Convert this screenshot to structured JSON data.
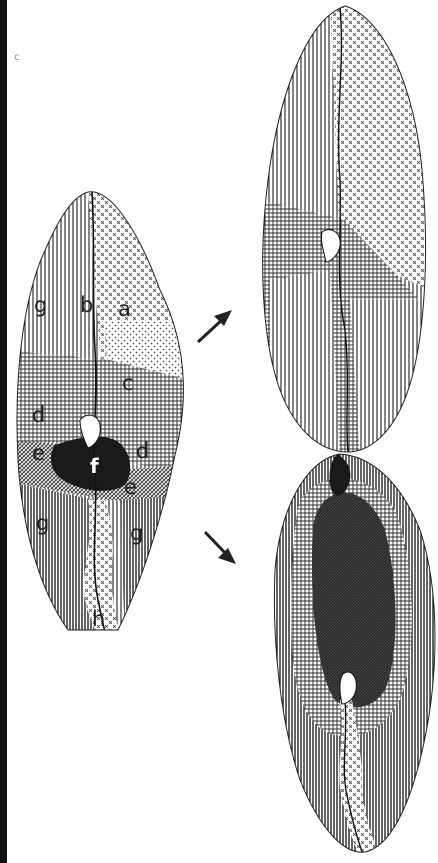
{
  "figure": {
    "panel_label": "c",
    "region_labels": {
      "a": "a",
      "b": "b",
      "c": "c",
      "d1": "d",
      "d2": "d",
      "e1": "e",
      "e2": "e",
      "f": "f",
      "g1": "g",
      "g2": "g",
      "g3": "g",
      "h": "h"
    },
    "arrows": [
      "arrow-up-right",
      "arrow-down-right"
    ]
  }
}
